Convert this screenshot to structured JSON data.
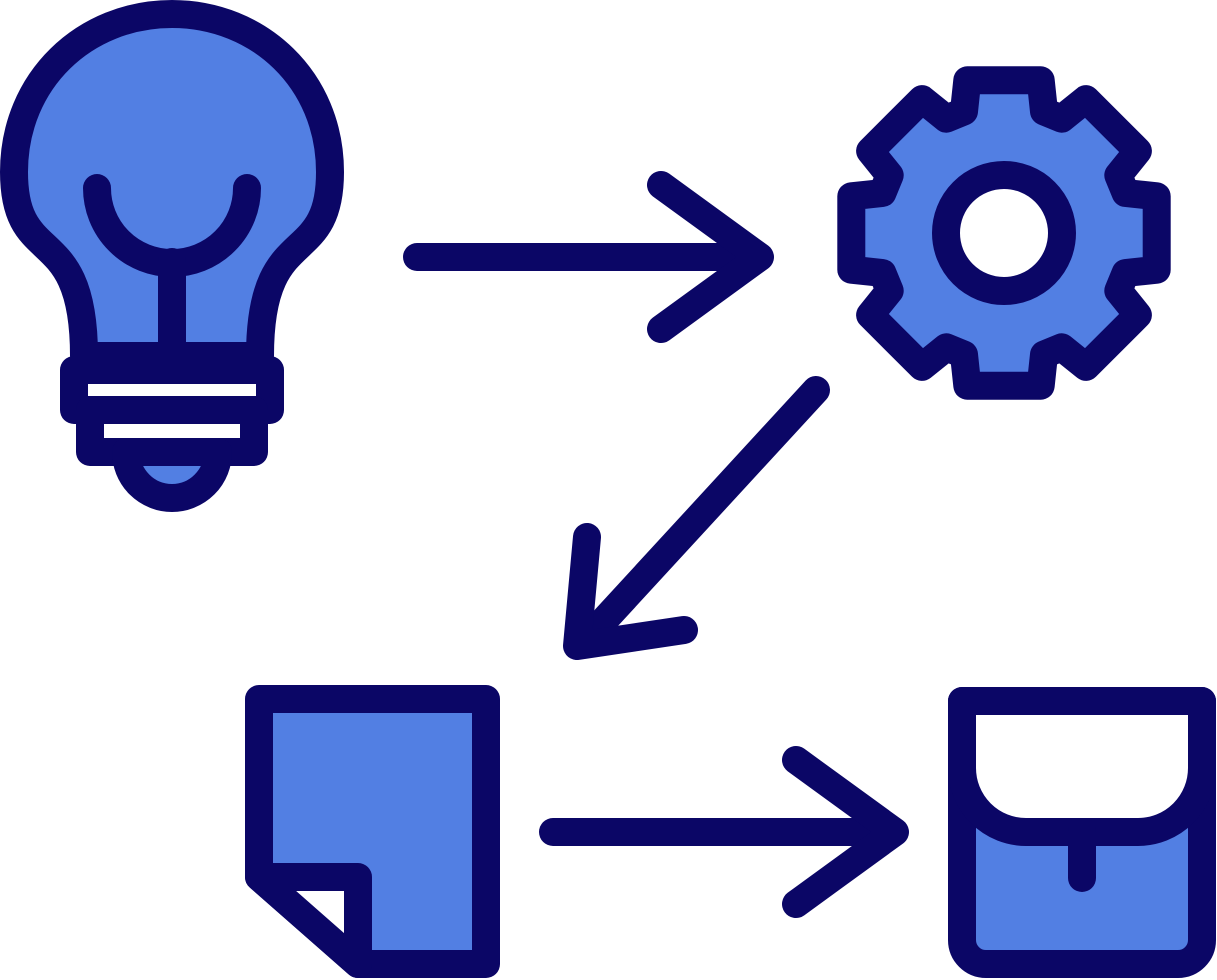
{
  "diagram": {
    "type": "process-flow",
    "steps": [
      {
        "id": "idea",
        "icon": "lightbulb-icon"
      },
      {
        "id": "process",
        "icon": "gear-icon"
      },
      {
        "id": "document",
        "icon": "document-icon"
      },
      {
        "id": "result",
        "icon": "pocket-icon"
      }
    ],
    "connections": [
      {
        "from": "idea",
        "to": "process",
        "icon": "arrow-right-icon"
      },
      {
        "from": "process",
        "to": "document",
        "icon": "arrow-down-left-icon"
      },
      {
        "from": "document",
        "to": "result",
        "icon": "arrow-right-icon"
      }
    ]
  },
  "colors": {
    "stroke": "#0b0666",
    "fill": "#527fe3",
    "background": "#ffffff"
  }
}
